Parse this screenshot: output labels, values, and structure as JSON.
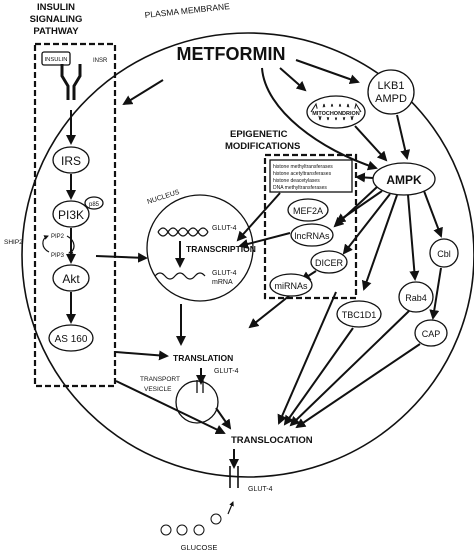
{
  "labels": {
    "plasma_membrane": "PLASMA MEMBRANE",
    "insulin_pathway_line1": "INSULIN",
    "insulin_pathway_line2": "SIGNALING",
    "insulin_pathway_line3": "PATHWAY",
    "insulin": "INSULIN",
    "insr": "INSR",
    "irs": "IRS",
    "pi3k": "PI3K",
    "p85": "p85",
    "ship2": "SHIP2",
    "pip2": "PIP2",
    "pip3": "PIP3",
    "akt": "Akt",
    "as160": "AS 160",
    "metformin": "METFORMIN",
    "mitochondrion": "MITOCHONDRION",
    "lkb1": "LKB1",
    "ampd": "AMPD",
    "epigenetic_line1": "EPIGENETIC",
    "epigenetic_line2": "MODIFICATIONS",
    "histone_1": "histone methyltransferases",
    "histone_2": "histone acetyltransferases",
    "histone_3": "histone deacetylases",
    "histone_4": "DNA methyltransferases",
    "ampk": "AMPK",
    "nucleus": "NUCLEUS",
    "glut4_gene": "GLUT-4",
    "transcription": "TRANSCRIPTION",
    "glut4_mrna_1": "GLUT-4",
    "glut4_mrna_2": "mRNA",
    "mef2a": "MEF2A",
    "lncrnas": "lncRNAs",
    "dicer": "DICER",
    "mirnas": "miRNAs",
    "tbc1d1": "TBC1D1",
    "rab4": "Rab4",
    "cbl": "Cbl",
    "cap": "CAP",
    "translation": "TRANSLATION",
    "glut4_vesicle": "GLUT-4",
    "transport_vesicle_1": "TRANSPORT",
    "transport_vesicle_2": "VESICLE",
    "translocation": "TRANSLOCATION",
    "glut4_membrane": "GLUT-4",
    "glucose": "GLUCOSE"
  }
}
